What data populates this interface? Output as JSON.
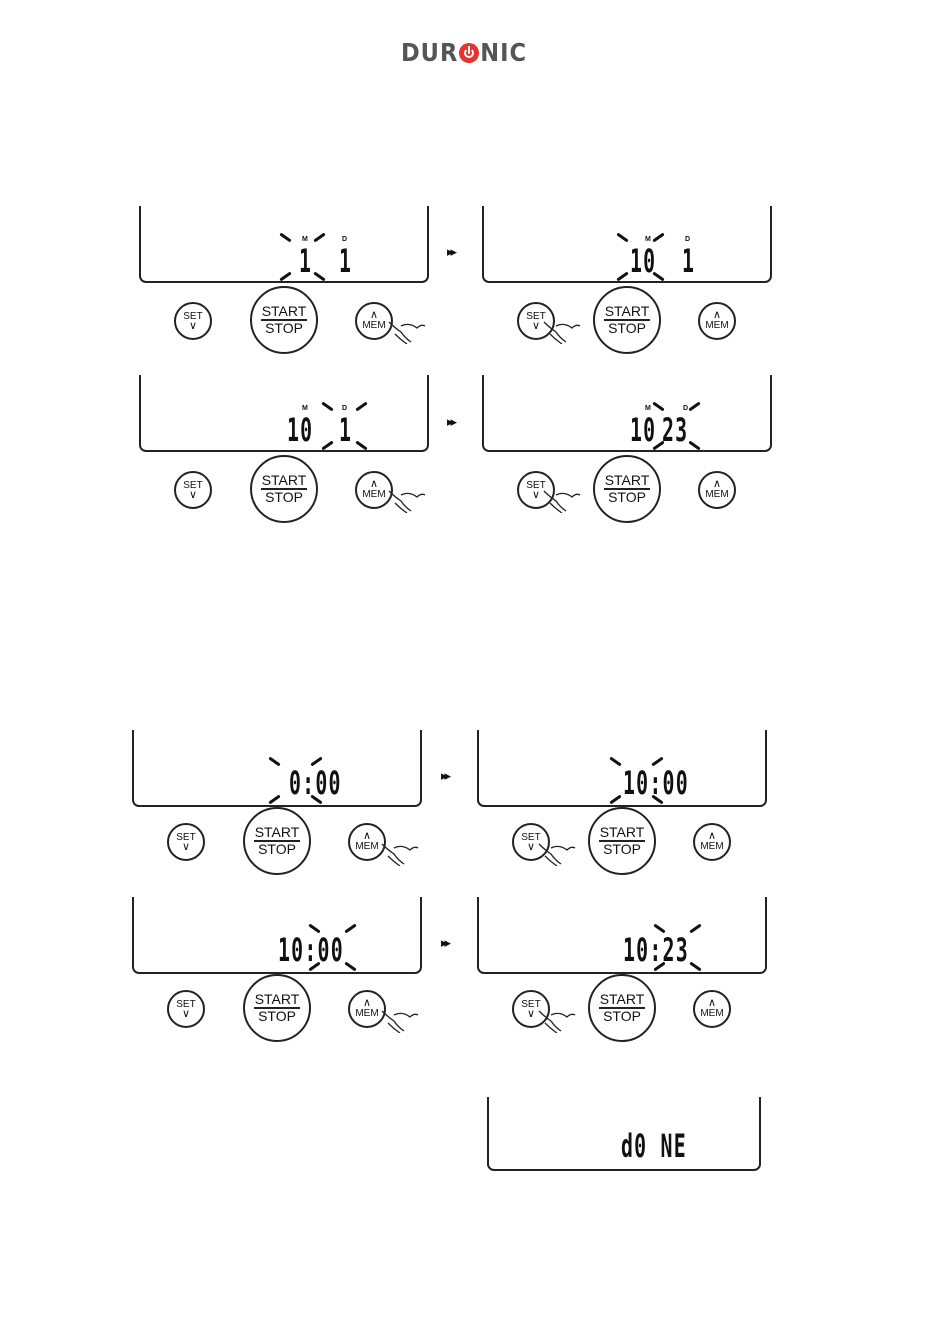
{
  "brand": {
    "logo_left": "DUR",
    "logo_right": "NIC"
  },
  "buttons": {
    "set": "SET",
    "start": "START",
    "stop": "STOP",
    "mem": "MEM"
  },
  "arrow": "▸▸",
  "date_steps": [
    {
      "m_label": "M",
      "d_label": "D",
      "month": "1",
      "day": "1"
    },
    {
      "m_label": "M",
      "d_label": "D",
      "month": "10",
      "day": "1"
    },
    {
      "m_label": "M",
      "d_label": "D",
      "month": "10",
      "day": "1"
    },
    {
      "m_label": "M",
      "d_label": "D",
      "month": "10",
      "day": "23"
    }
  ],
  "time_steps": [
    {
      "time": "0:00"
    },
    {
      "time": "10:00"
    },
    {
      "time": "10:00"
    },
    {
      "time": "10:23"
    }
  ],
  "final_display": "d0 NE"
}
